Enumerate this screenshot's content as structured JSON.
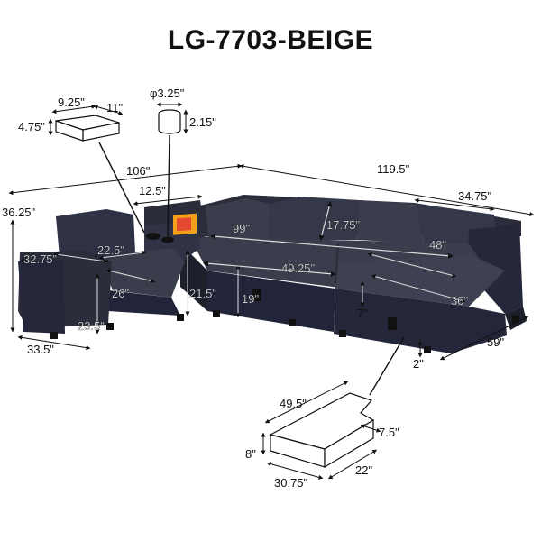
{
  "title": "LG-7703-BEIGE",
  "colors": {
    "sofa": "#2b2d3a",
    "sofa_dark": "#1d1f2a",
    "sofa_light": "#3a3d4c",
    "line": "#111111",
    "accent_red": "#e34a2f",
    "accent_orange": "#f3a11d"
  },
  "storage_box": {
    "w": "9.25\"",
    "d": "11\"",
    "h": "4.75\""
  },
  "cup": {
    "dia": "φ3.25\"",
    "h": "2.15\""
  },
  "overall": {
    "left_depth": "106\"",
    "right_width": "119.5\"",
    "height": "36.25\"",
    "left_width": "33.5\"",
    "chaise_depth": "59\""
  },
  "details": {
    "console": "12.5\"",
    "back_right": "34.75\"",
    "seat_back_span": "99\"",
    "back_height": "17.75\"",
    "arm_height": "32.75\"",
    "arm_width": "22.5\"",
    "seat_depth_left": "26\"",
    "seat_height_left": "23.5\"",
    "seat_height": "21.5\"",
    "bed_height": "19\"",
    "bed_length": "49.25\"",
    "chaise_len": "48\"",
    "chaise_w": "36\"",
    "cushion_t": "7\"",
    "leg": "2\""
  },
  "ottoman": {
    "len": "49.5\"",
    "notch": "7.5\"",
    "h": "8\"",
    "w": "30.75\"",
    "d": "22\""
  }
}
